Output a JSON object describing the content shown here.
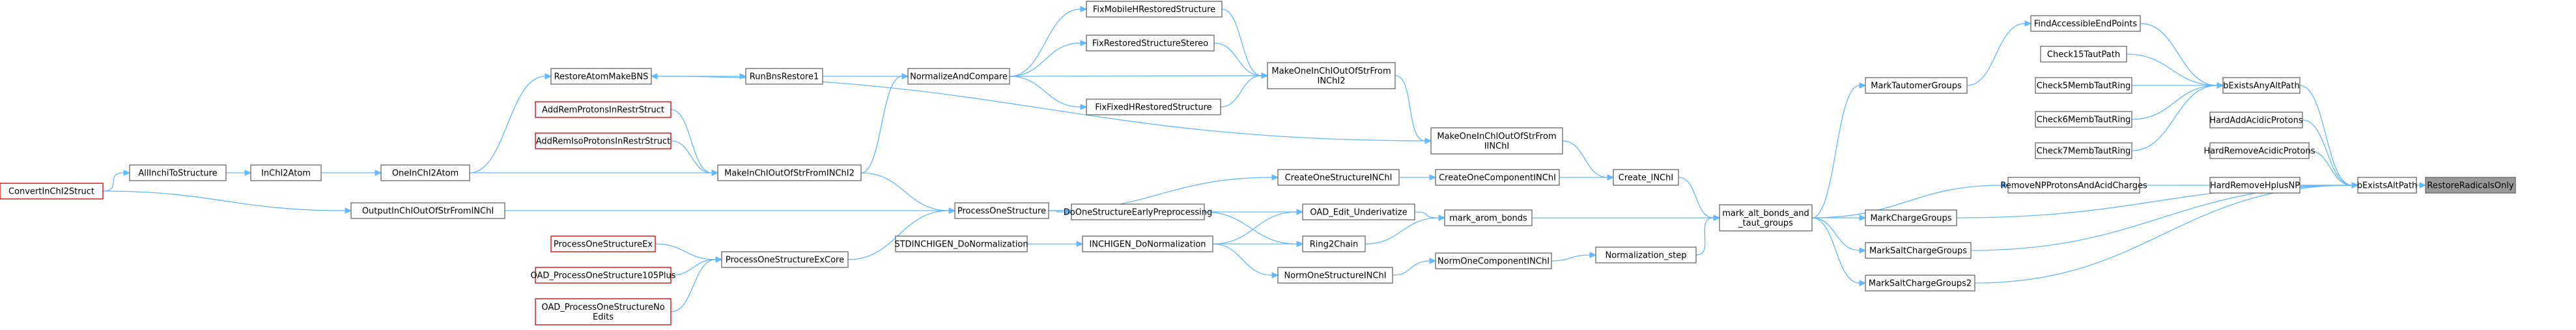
{
  "graph": {
    "nodes": [
      {
        "id": "root",
        "lines": [
          "RestoreRadicalsOnly"
        ]
      },
      {
        "id": "bea",
        "lines": [
          "bExistsAltPath"
        ]
      },
      {
        "id": "beaa",
        "lines": [
          "bExistsAnyAltPath"
        ]
      },
      {
        "id": "hhn",
        "lines": [
          "HardRemoveHplusNP"
        ]
      },
      {
        "id": "hra",
        "lines": [
          "HardRemoveAcidicProtons"
        ]
      },
      {
        "id": "haa",
        "lines": [
          "HardAddAcidicProtons"
        ]
      },
      {
        "id": "rnp",
        "lines": [
          "RemoveNPProtonsAndAcidCharges"
        ]
      },
      {
        "id": "fae",
        "lines": [
          "FindAccessibleEndPoints"
        ]
      },
      {
        "id": "c15",
        "lines": [
          "Check15TautPath"
        ]
      },
      {
        "id": "c5",
        "lines": [
          "Check5MembTautRing"
        ]
      },
      {
        "id": "c6",
        "lines": [
          "Check6MembTautRing"
        ]
      },
      {
        "id": "c7",
        "lines": [
          "Check7MembTautRing"
        ]
      },
      {
        "id": "mtg",
        "lines": [
          "MarkTautomerGroups"
        ]
      },
      {
        "id": "mcg",
        "lines": [
          "MarkChargeGroups"
        ]
      },
      {
        "id": "msg",
        "lines": [
          "MarkSaltChargeGroups"
        ]
      },
      {
        "id": "msg2",
        "lines": [
          "MarkSaltChargeGroups2"
        ]
      },
      {
        "id": "mabt",
        "lines": [
          "mark_alt_bonds_and",
          "_taut_groups"
        ]
      },
      {
        "id": "ci",
        "lines": [
          "Create_INChI"
        ]
      },
      {
        "id": "ns",
        "lines": [
          "Normalization_step"
        ]
      },
      {
        "id": "cocni",
        "lines": [
          "CreateOneComponentINChI"
        ]
      },
      {
        "id": "nocni",
        "lines": [
          "NormOneComponentINChI"
        ]
      },
      {
        "id": "cosi",
        "lines": [
          "CreateOneStructureINChI"
        ]
      },
      {
        "id": "mioi",
        "lines": [
          "MakeOneInChIOutOfStrFrom",
          "IINChI"
        ]
      },
      {
        "id": "mioi2",
        "lines": [
          "MakeOneInChIOutOfStrFrom",
          "INChI2"
        ]
      },
      {
        "id": "mab",
        "lines": [
          "mark_arom_bonds"
        ]
      },
      {
        "id": "oeu",
        "lines": [
          "OAD_Edit_Underivatize"
        ]
      },
      {
        "id": "r2c",
        "lines": [
          "Ring2Chain"
        ]
      },
      {
        "id": "nosi",
        "lines": [
          "NormOneStructureINChI"
        ]
      },
      {
        "id": "dosep",
        "lines": [
          "DoOneStructureEarlyPreprocessing"
        ]
      },
      {
        "id": "idn",
        "lines": [
          "INCHIGEN_DoNormalization"
        ]
      },
      {
        "id": "sdn",
        "lines": [
          "STDINCHIGEN_DoNormalization"
        ]
      },
      {
        "id": "fmh",
        "lines": [
          "FixMobileHRestoredStructure"
        ]
      },
      {
        "id": "frs",
        "lines": [
          "FixRestoredStructureStereo"
        ]
      },
      {
        "id": "ffh",
        "lines": [
          "FixFixedHRestoredStructure"
        ]
      },
      {
        "id": "nac",
        "lines": [
          "NormalizeAndCompare"
        ]
      },
      {
        "id": "rbr",
        "lines": [
          "RunBnsRestore1"
        ]
      },
      {
        "id": "ramb",
        "lines": [
          "RestoreAtomMakeBNS"
        ]
      },
      {
        "id": "mioi3",
        "lines": [
          "MakeInChIOutOfStrFromINChI2"
        ]
      },
      {
        "id": "arpr",
        "lines": [
          "AddRemProtonsInRestrStruct"
        ]
      },
      {
        "id": "arir",
        "lines": [
          "AddRemIsoProtonsInRestrStruct"
        ]
      },
      {
        "id": "pos",
        "lines": [
          "ProcessOneStructure"
        ]
      },
      {
        "id": "posec",
        "lines": [
          "ProcessOneStructureExCore"
        ]
      },
      {
        "id": "posex",
        "lines": [
          "ProcessOneStructureEx"
        ]
      },
      {
        "id": "oad105",
        "lines": [
          "OAD_ProcessOneStructure105Plus"
        ]
      },
      {
        "id": "oadne",
        "lines": [
          "OAD_ProcessOneStructureNo",
          "Edits"
        ]
      },
      {
        "id": "oico",
        "lines": [
          "OneInChI2Atom"
        ]
      },
      {
        "id": "ica",
        "lines": [
          "InChI2Atom"
        ]
      },
      {
        "id": "ais",
        "lines": [
          "AllInchiToStructure"
        ]
      },
      {
        "id": "oiofi",
        "lines": [
          "OutputInChIOutOfStrFromINChI"
        ]
      },
      {
        "id": "cis",
        "lines": [
          "ConvertInChI2Struct"
        ]
      }
    ],
    "edges": [
      [
        "bea",
        "root"
      ],
      [
        "beaa",
        "bea"
      ],
      [
        "hhn",
        "bea"
      ],
      [
        "hra",
        "bea"
      ],
      [
        "haa",
        "bea"
      ],
      [
        "rnp",
        "bea"
      ],
      [
        "mcg",
        "bea"
      ],
      [
        "msg",
        "bea"
      ],
      [
        "msg2",
        "bea"
      ],
      [
        "fae",
        "beaa"
      ],
      [
        "c15",
        "beaa"
      ],
      [
        "c5",
        "beaa"
      ],
      [
        "c6",
        "beaa"
      ],
      [
        "c7",
        "beaa"
      ],
      [
        "mtg",
        "fae"
      ],
      [
        "mabt",
        "mtg"
      ],
      [
        "mabt",
        "rnp"
      ],
      [
        "mabt",
        "mcg"
      ],
      [
        "mabt",
        "msg"
      ],
      [
        "mabt",
        "msg2"
      ],
      [
        "ci",
        "mabt"
      ],
      [
        "mab",
        "mabt"
      ],
      [
        "ns",
        "mabt"
      ],
      [
        "cocni",
        "ci"
      ],
      [
        "mioi",
        "ci"
      ],
      [
        "nocni",
        "ns"
      ],
      [
        "cosi",
        "cocni"
      ],
      [
        "nosi",
        "nocni"
      ],
      [
        "mioi2",
        "mioi"
      ],
      [
        "mioi",
        "ramb"
      ],
      [
        "oeu",
        "mab"
      ],
      [
        "r2c",
        "mab"
      ],
      [
        "dosep",
        "oeu"
      ],
      [
        "idn",
        "oeu"
      ],
      [
        "dosep",
        "r2c"
      ],
      [
        "idn",
        "r2c"
      ],
      [
        "idn",
        "nosi"
      ],
      [
        "sdn",
        "idn"
      ],
      [
        "pos",
        "dosep"
      ],
      [
        "pos",
        "cosi"
      ],
      [
        "fmh",
        "mioi2"
      ],
      [
        "frs",
        "mioi2"
      ],
      [
        "ffh",
        "mioi2"
      ],
      [
        "nac",
        "mioi2"
      ],
      [
        "nac",
        "fmh"
      ],
      [
        "nac",
        "frs"
      ],
      [
        "nac",
        "ffh"
      ],
      [
        "rbr",
        "nac"
      ],
      [
        "ramb",
        "rbr"
      ],
      [
        "mioi3",
        "nac"
      ],
      [
        "arpr",
        "mioi3"
      ],
      [
        "arir",
        "mioi3"
      ],
      [
        "oico",
        "mioi3"
      ],
      [
        "oico",
        "ramb"
      ],
      [
        "posec",
        "pos"
      ],
      [
        "oiofi",
        "pos"
      ],
      [
        "mioi3",
        "pos"
      ],
      [
        "posex",
        "posec"
      ],
      [
        "oad105",
        "posec"
      ],
      [
        "oadne",
        "posec"
      ],
      [
        "ica",
        "oico"
      ],
      [
        "ais",
        "ica"
      ],
      [
        "cis",
        "ais"
      ],
      [
        "cis",
        "oiofi"
      ]
    ]
  }
}
